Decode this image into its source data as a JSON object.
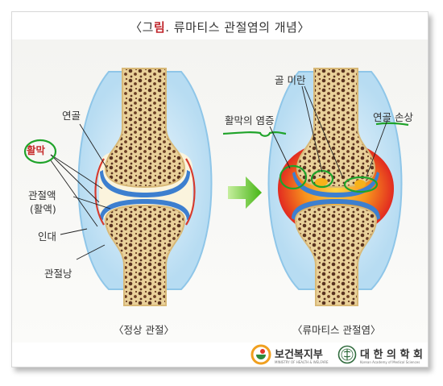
{
  "title": {
    "prefix": "〈그",
    "highlight": "림",
    "rest": ". 류마티스 관절염의 개념〉"
  },
  "normal_joint": {
    "caption": "〈정상 관절〉",
    "labels": {
      "cartilage": "연골",
      "synovium": "활막",
      "synovial_fluid_1": "관절액",
      "synovial_fluid_2": "(활액)",
      "ligament": "인대",
      "joint_capsule": "관절낭"
    }
  },
  "ra_joint": {
    "caption": "〈류마티스 관절염〉",
    "labels": {
      "bone_erosion": "골 미란",
      "synovitis": "활막의 염증",
      "cartilage_damage": "연골 손상"
    }
  },
  "footer": {
    "org1_name": "보건복지부",
    "org1_sub": "MINISTRY OF HEALTH & WELFARE",
    "org2_name": "대 한 의 학 회",
    "org2_sub": "Korean Academy of Medical Sciences"
  },
  "colors": {
    "bone": "#e9d19a",
    "marrow": "#5a3320",
    "cartilage": "#3d7fcf",
    "capsule": "#c9e3f4",
    "inflammation": "#e8352a",
    "arrow": "#5cc424",
    "marker_green": "#1fa32a"
  }
}
